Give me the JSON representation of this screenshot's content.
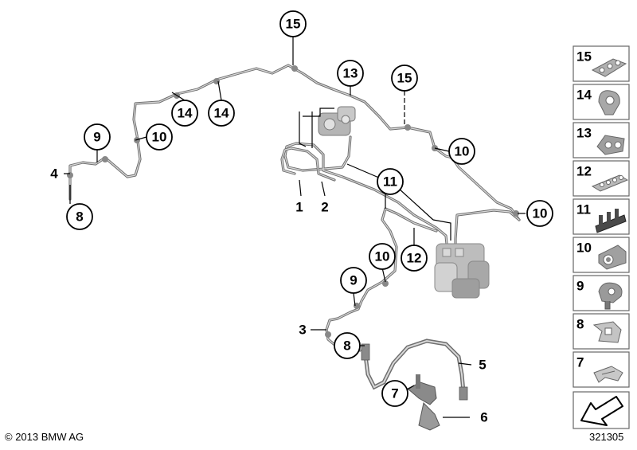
{
  "diagram": {
    "callouts": [
      {
        "id": "c15a",
        "label": "15"
      },
      {
        "id": "c13",
        "label": "13"
      },
      {
        "id": "c15b",
        "label": "15"
      },
      {
        "id": "c14a",
        "label": "14"
      },
      {
        "id": "c14b",
        "label": "14"
      },
      {
        "id": "c9a",
        "label": "9"
      },
      {
        "id": "c10a",
        "label": "10"
      },
      {
        "id": "c10b",
        "label": "10"
      },
      {
        "id": "c11",
        "label": "11"
      },
      {
        "id": "c10c",
        "label": "10"
      },
      {
        "id": "c8a",
        "label": "8"
      },
      {
        "id": "c10d",
        "label": "10"
      },
      {
        "id": "c12",
        "label": "12"
      },
      {
        "id": "c9b",
        "label": "9"
      },
      {
        "id": "c8b",
        "label": "8"
      },
      {
        "id": "c7",
        "label": "7"
      }
    ],
    "plain_labels": [
      {
        "id": "p4",
        "label": "4"
      },
      {
        "id": "p1",
        "label": "1"
      },
      {
        "id": "p2",
        "label": "2"
      },
      {
        "id": "p3",
        "label": "3"
      },
      {
        "id": "p5",
        "label": "5"
      },
      {
        "id": "p6",
        "label": "6"
      }
    ]
  },
  "parts_sidebar": {
    "items": [
      {
        "label": "15",
        "icon": "brake-line-clip-icon"
      },
      {
        "label": "14",
        "icon": "pipe-clip-icon"
      },
      {
        "label": "13",
        "icon": "double-clip-icon"
      },
      {
        "label": "12",
        "icon": "multi-pipe-holder-icon"
      },
      {
        "label": "11",
        "icon": "comb-holder-icon"
      },
      {
        "label": "10",
        "icon": "pipe-clamp-icon"
      },
      {
        "label": "9",
        "icon": "bracket-clip-icon"
      },
      {
        "label": "8",
        "icon": "spring-clip-icon"
      },
      {
        "label": "7",
        "icon": "retaining-clip-icon"
      }
    ],
    "nav_icon": "arrow-down-left-icon"
  },
  "footer": {
    "copyright": "© 2013 BMW AG",
    "diagram_number": "321305"
  },
  "colors": {
    "pipe": "#6f6f6f",
    "line": "#000000",
    "part_gray": "#a8a8a8"
  }
}
